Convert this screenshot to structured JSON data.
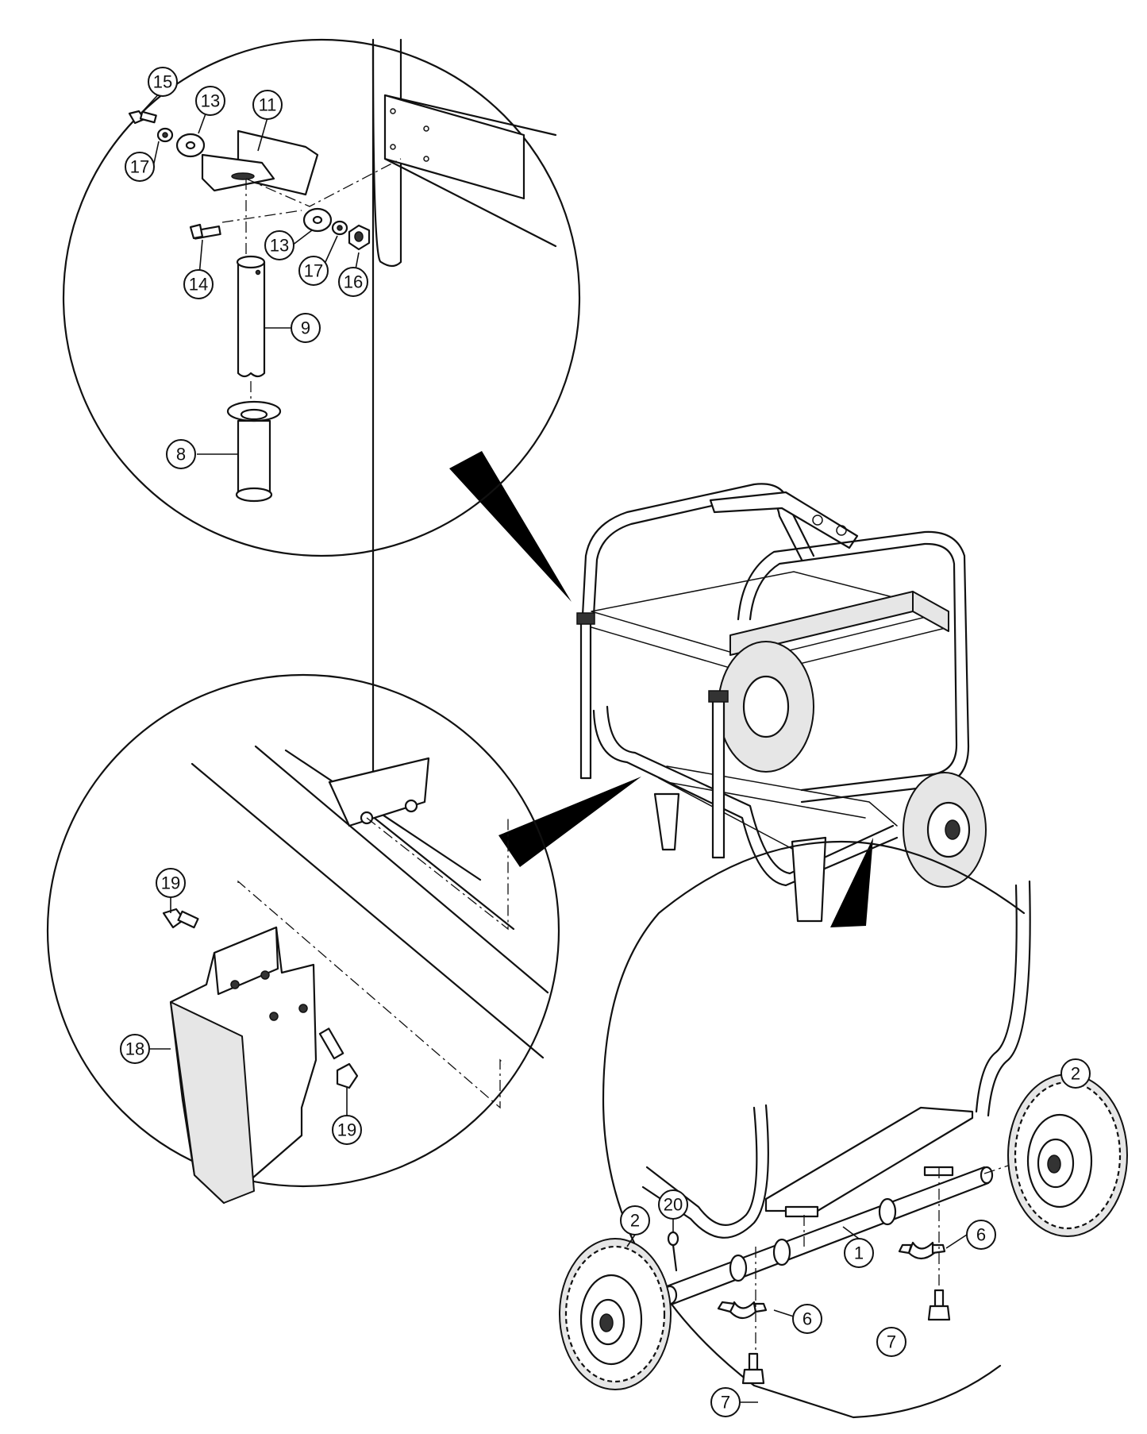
{
  "callouts": {
    "c15": "15",
    "c13a": "13",
    "c11": "11",
    "c17a": "17",
    "c14": "14",
    "c13b": "13",
    "c17b": "17",
    "c16": "16",
    "c9": "9",
    "c8": "8",
    "c19a": "19",
    "c18": "18",
    "c19b": "19",
    "c2a": "2",
    "c20": "20",
    "c2b": "2",
    "c1": "1",
    "c6a": "6",
    "c6b": "6",
    "c7a": "7",
    "c7b": "7"
  }
}
